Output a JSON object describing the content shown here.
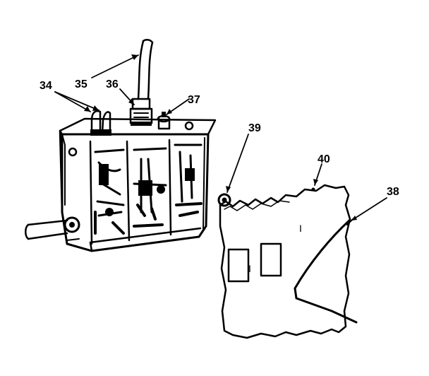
{
  "callouts": [
    {
      "id": "34",
      "text": "34"
    },
    {
      "id": "35",
      "text": "35"
    },
    {
      "id": "36",
      "text": "36"
    },
    {
      "id": "37",
      "text": "37"
    },
    {
      "id": "39",
      "text": "39"
    },
    {
      "id": "40",
      "text": "40"
    },
    {
      "id": "38",
      "text": "38"
    }
  ],
  "plate_marks": {
    "top": "I",
    "bottom": "I"
  }
}
